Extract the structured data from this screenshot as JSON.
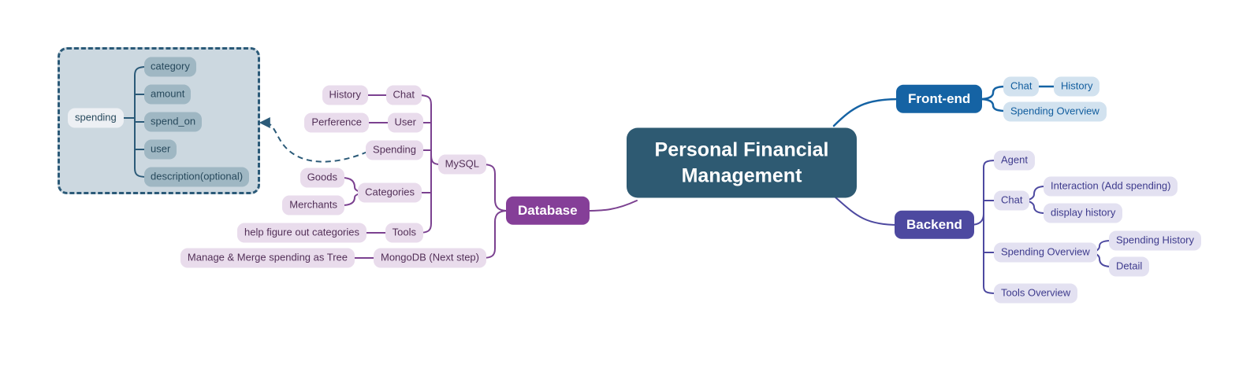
{
  "central": {
    "label": "Personal Financial Management"
  },
  "frontend": {
    "label": "Front-end",
    "chat": {
      "label": "Chat",
      "history": "History"
    },
    "spending_overview": "Spending Overview"
  },
  "backend": {
    "label": "Backend",
    "agent": "Agent",
    "chat": {
      "label": "Chat",
      "interaction": "Interaction (Add spending)",
      "display_history": "display history"
    },
    "spending_overview": {
      "label": "Spending Overview",
      "spending_history": "Spending History",
      "detail": "Detail"
    },
    "tools_overview": "Tools Overview"
  },
  "database": {
    "label": "Database",
    "mysql": {
      "label": "MySQL",
      "chat": {
        "label": "Chat",
        "history": "History"
      },
      "user": {
        "label": "User",
        "perference": "Perference"
      },
      "spending": {
        "label": "Spending"
      },
      "categories": {
        "label": "Categories",
        "goods": "Goods",
        "merchants": "Merchants"
      },
      "tools": {
        "label": "Tools",
        "help": "help figure out categories"
      }
    },
    "mongodb": {
      "label": "MongoDB (Next step)",
      "manage": "Manage & Merge spending as Tree"
    }
  },
  "schema_box": {
    "root": "spending",
    "fields": [
      "category",
      "amount",
      "spend_on",
      "user",
      "description(optional)"
    ]
  },
  "colors": {
    "background": "#ffffff",
    "central_bg": "#2e5a72",
    "frontend_bg": "#1563a4",
    "frontend_pill_bg": "#d2e2ef",
    "frontend_pill_text": "#115d9e",
    "backend_bg": "#4d49a0",
    "backend_pill_bg": "#e3e1f1",
    "backend_pill_text": "#3e3b8d",
    "database_bg": "#853f98",
    "database_pill_bg": "#e9dcec",
    "database_pill_text": "#533058",
    "database_line": "#7b4190",
    "schema_line": "#2b5a78",
    "schema_box_bg": "#ccd8e0",
    "schema_pill_bg": "#9fb7c3",
    "schema_root_bg": "#edf0f4"
  }
}
